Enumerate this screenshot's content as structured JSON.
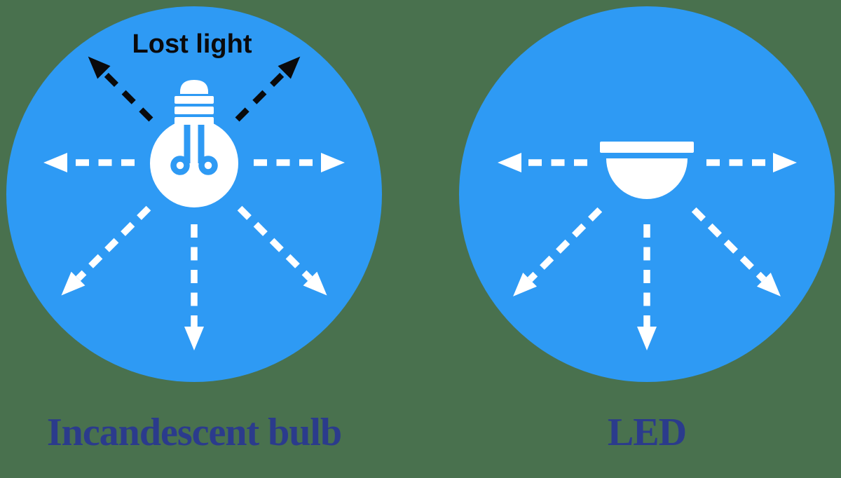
{
  "colors": {
    "background_green": "#49714E",
    "circle_blue": "#2E9AF4",
    "icon_white": "#FFFFFF",
    "lost_light_black": "#0A0A0B",
    "label_navy": "#2B3B8C"
  },
  "panels": [
    {
      "id": "incandescent",
      "label": "Incandescent bulb",
      "annotation": "Lost light",
      "icon": "incandescent-bulb-icon",
      "white_arrows": [
        "left",
        "right",
        "down-left",
        "down",
        "down-right"
      ],
      "black_arrows": [
        "up-left",
        "up-right"
      ]
    },
    {
      "id": "led",
      "label": "LED",
      "icon": "led-downlight-icon",
      "white_arrows": [
        "left",
        "right",
        "down-left",
        "down",
        "down-right"
      ],
      "black_arrows": []
    }
  ]
}
